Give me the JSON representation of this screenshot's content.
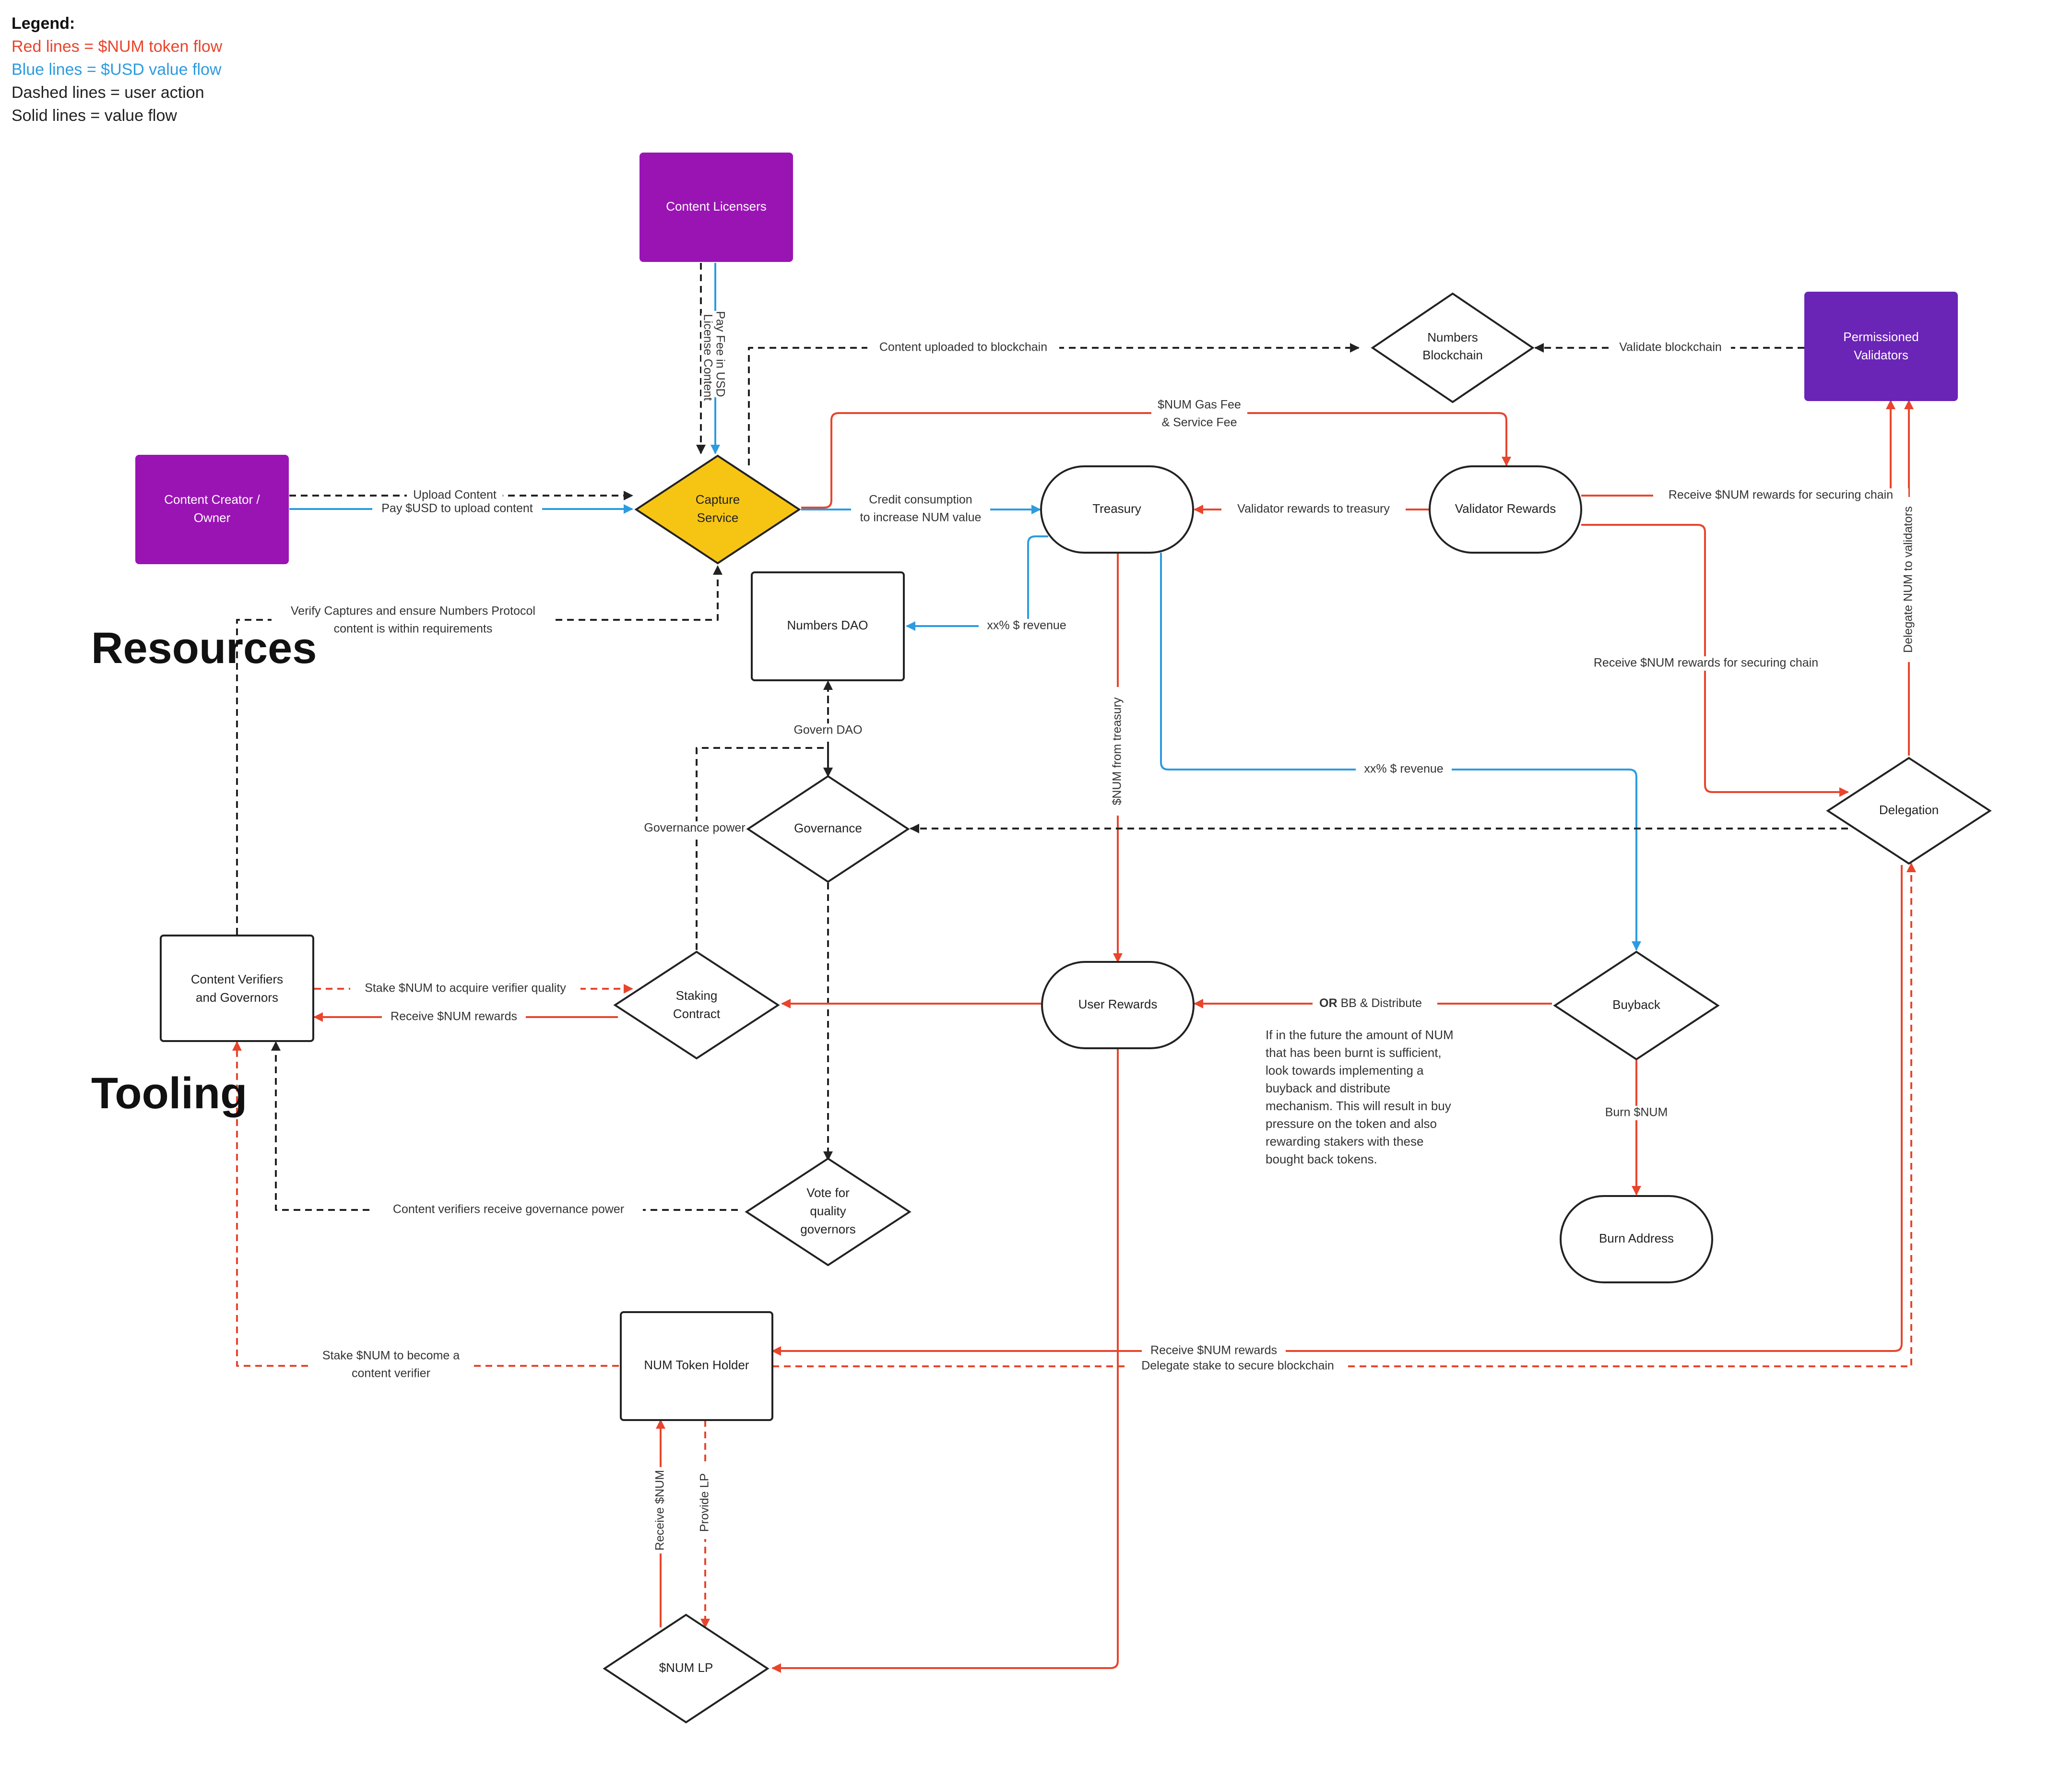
{
  "legend": {
    "title": "Legend:",
    "red": "Red lines = $NUM token flow",
    "blue": "Blue lines = $USD value flow",
    "dashed": "Dashed lines = user action",
    "solid": "Solid lines = value flow"
  },
  "sections": {
    "resources": "Resources",
    "tooling": "Tooling"
  },
  "nodes": {
    "content_licensers": "Content Licensers",
    "numbers_blockchain": [
      "Numbers",
      "Blockchain"
    ],
    "permissioned_validators": [
      "Permissioned",
      "Validators"
    ],
    "content_creator": [
      "Content Creator /",
      "Owner"
    ],
    "capture_service": [
      "Capture",
      "Service"
    ],
    "treasury": "Treasury",
    "validator_rewards": "Validator Rewards",
    "numbers_dao": "Numbers DAO",
    "governance": "Governance",
    "delegation": "Delegation",
    "content_verifiers": [
      "Content Verifiers",
      "and Governors"
    ],
    "staking_contract": [
      "Staking",
      "Contract"
    ],
    "user_rewards": "User Rewards",
    "buyback": "Buyback",
    "vote": [
      "Vote for",
      "quality",
      "governors"
    ],
    "burn_address": "Burn Address",
    "num_token_holder": "NUM Token Holder",
    "num_lp": "$NUM LP"
  },
  "edges": {
    "license_content": "License Content",
    "pay_fee_usd": "Pay Fee in USD",
    "content_uploaded": "Content uploaded to blockchain",
    "validate_blockchain": "Validate blockchain",
    "gas_fee": [
      "$NUM Gas Fee",
      "& Service Fee"
    ],
    "upload_content": "Upload Content",
    "pay_usd_upload": "Pay $USD to upload content",
    "credit_consumption": [
      "Credit consumption",
      "to increase NUM value"
    ],
    "validator_rewards_treasury": "Validator rewards to treasury",
    "receive_rewards_chain_1": "Receive $NUM rewards for securing chain",
    "receive_rewards_chain_2": "Receive $NUM rewards for securing chain",
    "delegate_to_validators": "Delegate NUM to validators",
    "verify_captures": [
      "Verify Captures and ensure Numbers Protocol",
      "content is within requirements"
    ],
    "revenue_dao": "xx% $ revenue",
    "num_from_treasury": "$NUM from treasury",
    "revenue_buyback": "xx% $ revenue",
    "govern_dao": "Govern DAO",
    "governance_power": "Governance power",
    "stake_verifier_quality": "Stake $NUM to acquire verifier quality",
    "receive_num_rewards": "Receive $NUM rewards",
    "or_word": "OR",
    "bb_distribute": " BB & Distribute",
    "burn_num": "Burn $NUM",
    "verifiers_gov_power": "Content verifiers receive governance power",
    "stake_become_verifier": [
      "Stake $NUM to become a",
      "content verifier"
    ],
    "receive_num_rewards_holder": "Receive $NUM rewards",
    "delegate_stake": "Delegate stake to secure blockchain",
    "receive_num": "Receive $NUM",
    "provide_lp": "Provide LP"
  },
  "note": [
    "If in the future the amount of NUM",
    "that has been burnt is sufficient,",
    "look towards implementing a",
    "buyback and distribute",
    "mechanism. This will result in buy",
    "pressure on the token and also",
    "rewarding stakers with these",
    "bought back tokens."
  ],
  "colors": {
    "red": "#e8452c",
    "blue": "#2d9be0",
    "black": "#222222",
    "purple": "#9a14b4",
    "violet": "#6a24b6",
    "yellow": "#f6c514"
  }
}
